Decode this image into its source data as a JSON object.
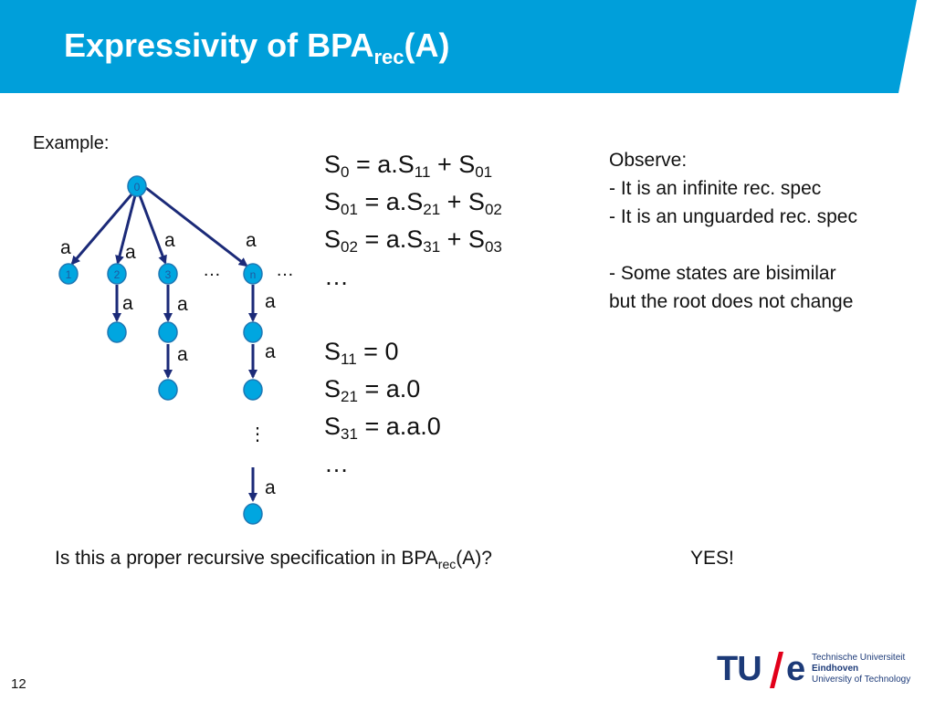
{
  "slide": {
    "title_main": "Expressivity of BPA",
    "title_sub": "rec",
    "title_tail": "(A)",
    "example_label": "Example:",
    "page_number": "12",
    "colors": {
      "banner": "#009fda",
      "node_fill": "#00a6e0",
      "node_stroke": "#1e78b4",
      "edge": "#1b2a78",
      "logo": "#1c3a78",
      "logo_slash": "#e2001a"
    }
  },
  "tree": {
    "root_label": "0",
    "children": [
      "1",
      "2",
      "3",
      "n"
    ],
    "ellipsis_between": "…",
    "ellipsis_after": "…",
    "vertical_dots": "⋮",
    "edge_label": "a"
  },
  "equations": [
    {
      "lhs": "S",
      "lhs_sub": "0",
      "rhs": [
        {
          "t": " = a.S"
        },
        {
          "s": "11"
        },
        {
          "t": " + S"
        },
        {
          "s": "01"
        }
      ]
    },
    {
      "lhs": "S",
      "lhs_sub": "01",
      "rhs": [
        {
          "t": " = a.S"
        },
        {
          "s": "21"
        },
        {
          "t": " + S"
        },
        {
          "s": "02"
        }
      ]
    },
    {
      "lhs": "S",
      "lhs_sub": "02",
      "rhs": [
        {
          "t": " = a.S"
        },
        {
          "s": "31"
        },
        {
          "t": " + S"
        },
        {
          "s": "03"
        }
      ]
    },
    {
      "plain": "…"
    },
    {
      "plain": ""
    },
    {
      "lhs": "S",
      "lhs_sub": "11",
      "rhs": [
        {
          "t": " = 0"
        }
      ]
    },
    {
      "lhs": "S",
      "lhs_sub": "21",
      "rhs": [
        {
          "t": " = a.0"
        }
      ]
    },
    {
      "lhs": "S",
      "lhs_sub": "31",
      "rhs": [
        {
          "t": " = a.a.0"
        }
      ]
    },
    {
      "plain": "…"
    }
  ],
  "observe": {
    "lines": [
      "Observe:",
      "- It is an infinite rec. spec",
      "- It is an unguarded rec. spec",
      "",
      "- Some states are bisimilar",
      "but the root does not change"
    ]
  },
  "question": {
    "text_main": "Is this a proper recursive specification in BPA",
    "text_sub": "rec",
    "text_tail": "(A)?",
    "answer": "YES!"
  },
  "logo": {
    "mark": "TU",
    "e": "e",
    "line1": "Technische Universiteit",
    "line2": "Eindhoven",
    "line3": "University of Technology"
  }
}
